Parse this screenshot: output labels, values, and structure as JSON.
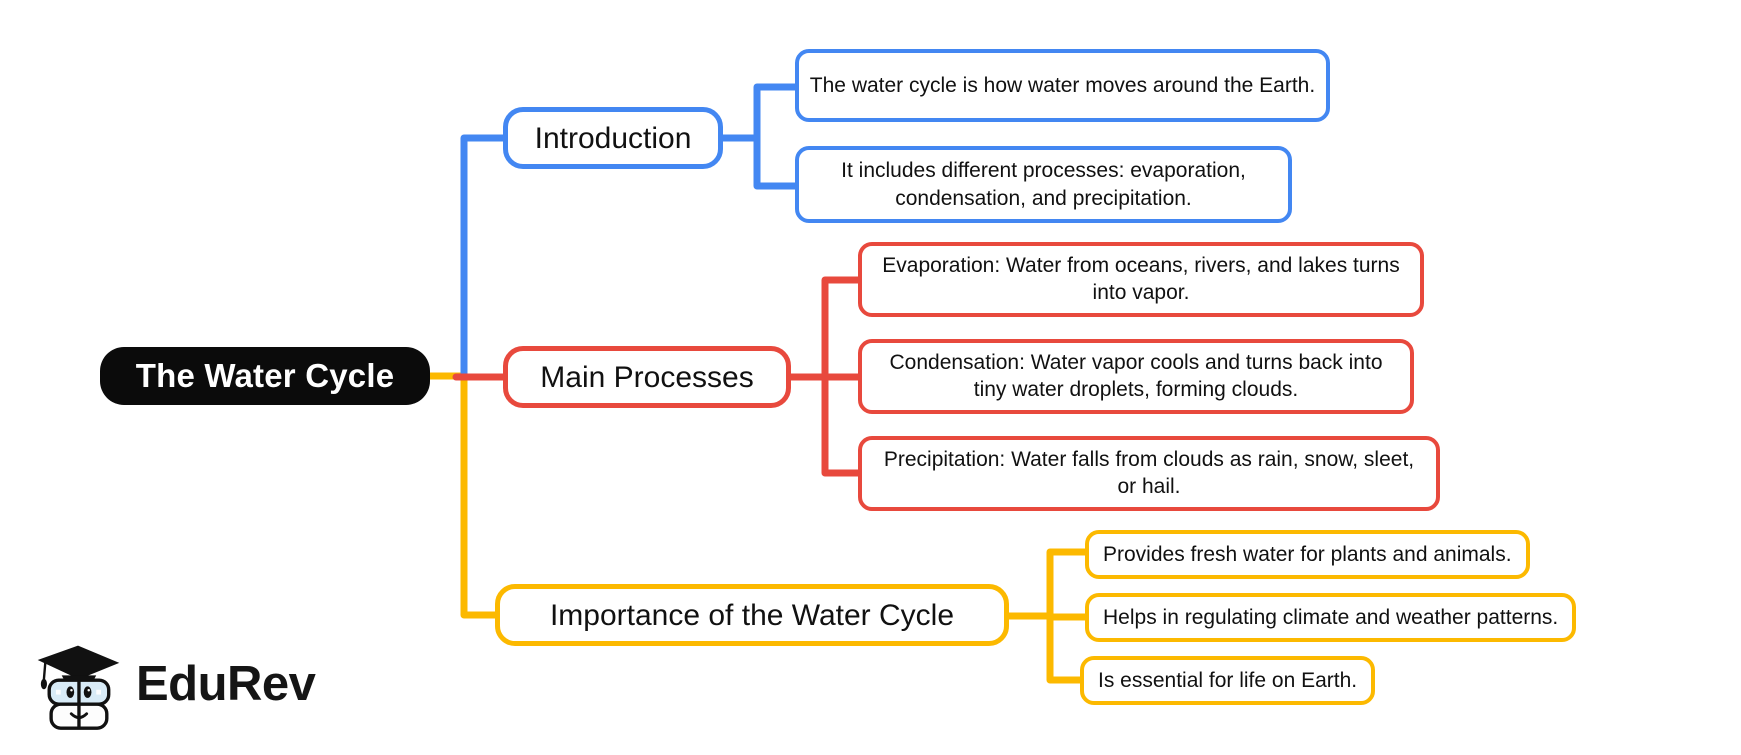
{
  "diagram_type": "mind-map",
  "palette": {
    "branch_blue": "#4387F2",
    "branch_red": "#E8493D",
    "branch_yellow": "#FCB900",
    "root_background": "#0B0B0B",
    "root_text": "#FFFFFF",
    "node_text": "#111111"
  },
  "root": {
    "label": "The Water Cycle"
  },
  "branches": [
    {
      "label": "Introduction",
      "color": "#4387F2",
      "children": [
        {
          "text": "The water cycle is how water moves around the Earth."
        },
        {
          "text": "It includes different processes: evaporation, condensation, and precipitation."
        }
      ]
    },
    {
      "label": "Main Processes",
      "color": "#E8493D",
      "children": [
        {
          "text": "Evaporation: Water from oceans, rivers, and lakes turns into vapor."
        },
        {
          "text": "Condensation: Water vapor cools and turns back into tiny water droplets, forming clouds."
        },
        {
          "text": "Precipitation: Water falls from clouds as rain, snow, sleet, or hail."
        }
      ]
    },
    {
      "label": "Importance of the Water Cycle",
      "color": "#FCB900",
      "children": [
        {
          "text": "Provides fresh water for plants and animals."
        },
        {
          "text": "Helps in regulating climate and weather patterns."
        },
        {
          "text": "Is essential for life on Earth."
        }
      ]
    }
  ],
  "logo": {
    "brand": "EduRev"
  }
}
